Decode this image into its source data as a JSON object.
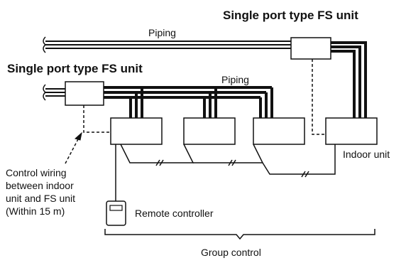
{
  "labels": {
    "fs_unit_top": "Single port type FS unit",
    "fs_unit_left": "Single port type FS unit",
    "piping_top": "Piping",
    "piping_mid": "Piping",
    "indoor_unit": "Indoor unit",
    "remote_controller": "Remote controller",
    "group_control": "Group control",
    "control_wiring": [
      "Control wiring",
      "between indoor",
      "unit and FS unit",
      "(Within 15 m)"
    ]
  },
  "colors": {
    "line": "#111111",
    "background": "#ffffff"
  }
}
